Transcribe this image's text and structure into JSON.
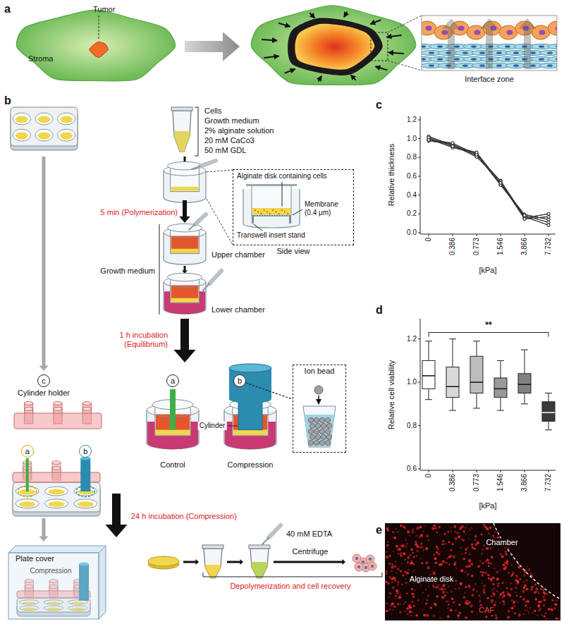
{
  "diagram": {
    "nodes": [
      {
        "text": [
          "Side view"
        ]
      },
      {
        "text": [
          "Ion bead"
        ]
      },
      {
        "text": [
          "c"
        ]
      },
      {
        "text": [
          "a"
        ]
      },
      {
        "text": [
          "b"
        ]
      },
      {
        "text": [
          "a"
        ]
      },
      {
        "text": [
          "b"
        ]
      }
    ],
    "edges": [
      {
        "from": 6,
        "to": 1,
        "arrow": "none"
      }
    ],
    "labels": [
      "a",
      "Tumor",
      "Stroma",
      "Interface zone",
      "b",
      "Cells",
      "Growth medium",
      "2% alginate solution",
      "20 mM CaCo3",
      "50 mM GDL",
      "5 min (Polymerization)",
      "Alginate disk containing cells",
      "Membrane (0.4 μm)",
      "Transwell insert stand",
      "Growth medium",
      "Upper chamber",
      "Lower chamber",
      "1 h incubation (Equilibrium)",
      "Cylinder holder",
      "Cylinder",
      "Control",
      "Compression",
      "Plate cover",
      "Compression",
      "24 h incubation (Compression)",
      "40 mM EDTA",
      "Centrifuge",
      "Depolymerization and cell recovery",
      "c",
      "Relative thickness",
      "0.0",
      "0.2",
      "0.4",
      "0.6",
      "0.8",
      "1.0",
      "1.2",
      "0",
      "0.386",
      "0.773",
      "1.546",
      "3.866",
      "7.732",
      "[kPa]",
      "d",
      "Relative cell viability",
      "0.6",
      "0.8",
      "1.0",
      "1.2",
      "0",
      "0.386",
      "0.773",
      "1.546",
      "3.866",
      "7.732",
      "[kPa]",
      "**",
      "e",
      "Chamber",
      "Alginate disk",
      "CAF"
    ]
  }
}
